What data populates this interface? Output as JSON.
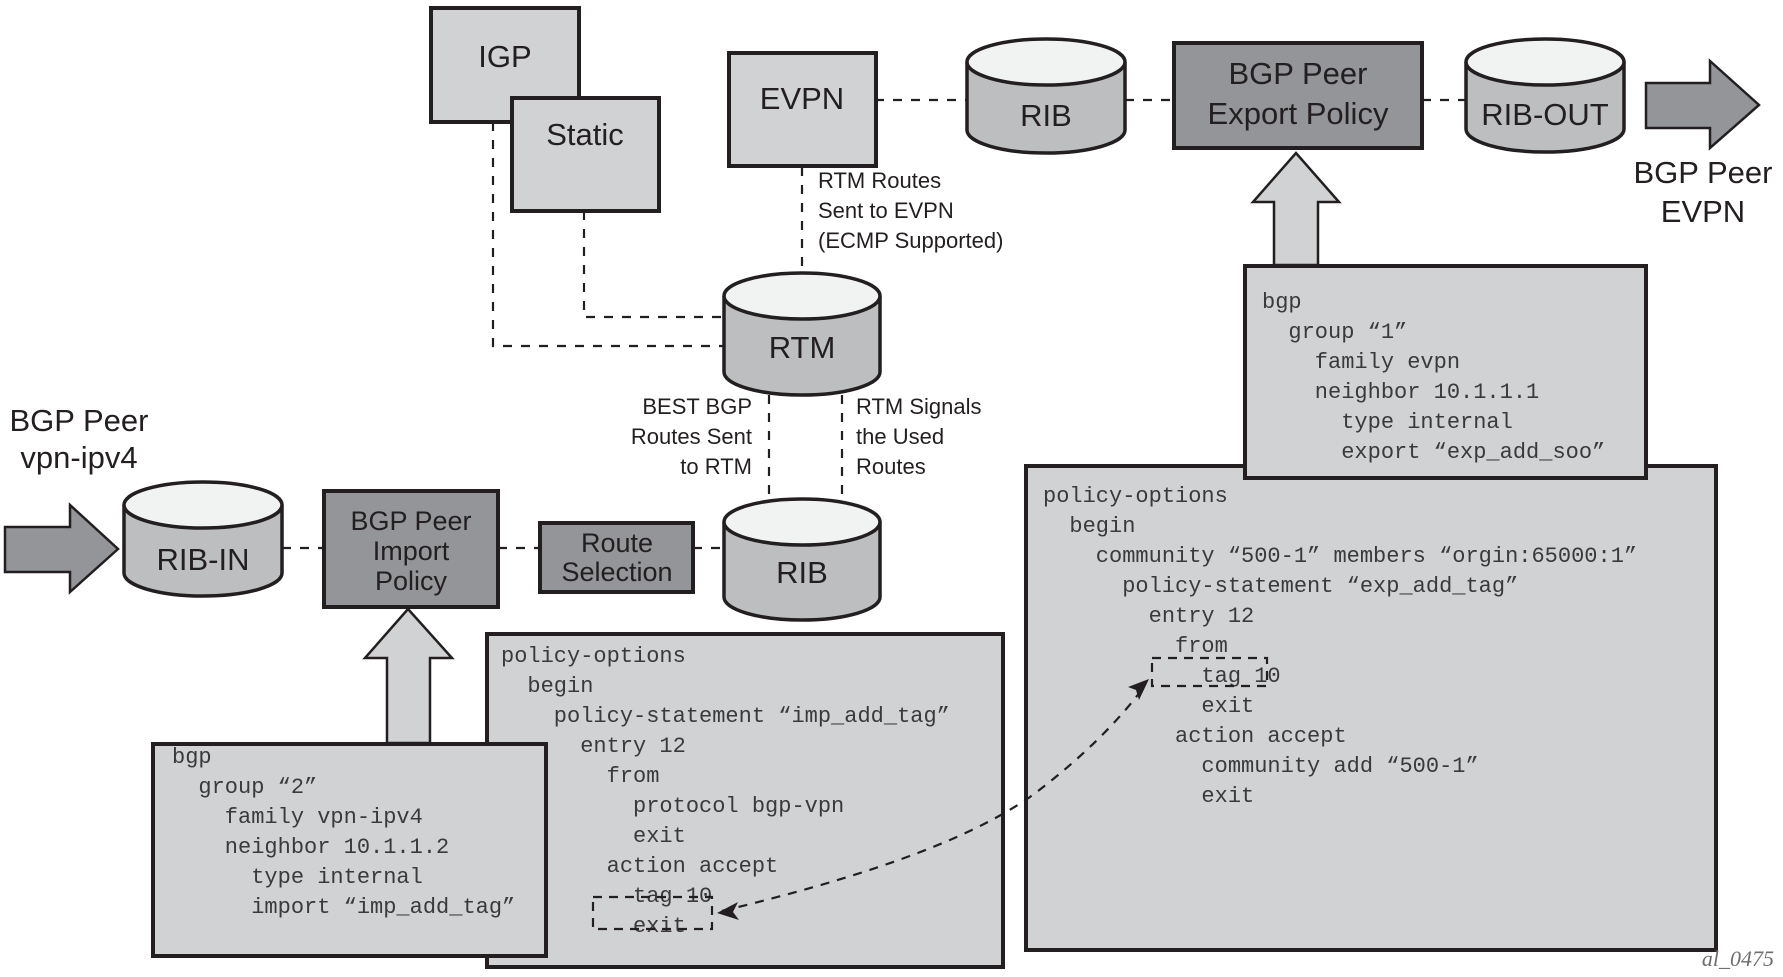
{
  "diagram": {
    "figure_id": "al_0475",
    "colors": {
      "dark_box": "#939598",
      "light_box": "#d1d2d4",
      "cylinder_body": "#bcbec0",
      "cylinder_top": "#f1f2f2",
      "stroke": "#231f20"
    },
    "sources": {
      "igp": "IGP",
      "static": "Static",
      "evpn": "EVPN"
    },
    "databases": {
      "rtm": "RTM",
      "rib_top": "RIB",
      "rib_out": "RIB-OUT",
      "rib_in": "RIB-IN",
      "rib_bottom": "RIB"
    },
    "policy_boxes": {
      "export": [
        "BGP Peer",
        "Export Policy"
      ],
      "import": [
        "BGP Peer",
        "Import",
        "Policy"
      ],
      "route_selection": [
        "Route",
        "Selection"
      ]
    },
    "peers": {
      "evpn_peer": [
        "BGP Peer",
        "EVPN"
      ],
      "vpn_peer": [
        "BGP Peer",
        "vpn-ipv4"
      ]
    },
    "annotations": {
      "rtm_to_evpn": [
        "RTM Routes",
        "Sent to EVPN",
        "(ECMP Supported)"
      ],
      "best_bgp": [
        "BEST BGP",
        "Routes Sent",
        "to RTM"
      ],
      "rtm_signals": [
        "RTM Signals",
        "the Used",
        "Routes"
      ]
    },
    "export_bgp_config": [
      "bgp",
      "  group “1”",
      "    family evpn",
      "    neighbor 10.1.1.1",
      "      type internal",
      "      export “exp_add_soo”"
    ],
    "export_policy_config": [
      "policy-options",
      "  begin",
      "    community “500-1” members “orgin:65000:1”",
      "      policy-statement “exp_add_tag”",
      "        entry 12",
      "          from",
      "            tag 10",
      "            exit",
      "          action accept",
      "            community add “500-1”",
      "            exit"
    ],
    "import_bgp_config": [
      "bgp",
      "  group “2”",
      "    family vpn-ipv4",
      "    neighbor 10.1.1.2",
      "      type internal",
      "      import “imp_add_tag”"
    ],
    "import_policy_config": [
      "policy-options",
      "  begin",
      "    policy-statement “imp_add_tag”",
      "      entry 12",
      "        from",
      "          protocol bgp-vpn",
      "          exit",
      "        action accept",
      "          tag 10",
      "          exit"
    ]
  }
}
